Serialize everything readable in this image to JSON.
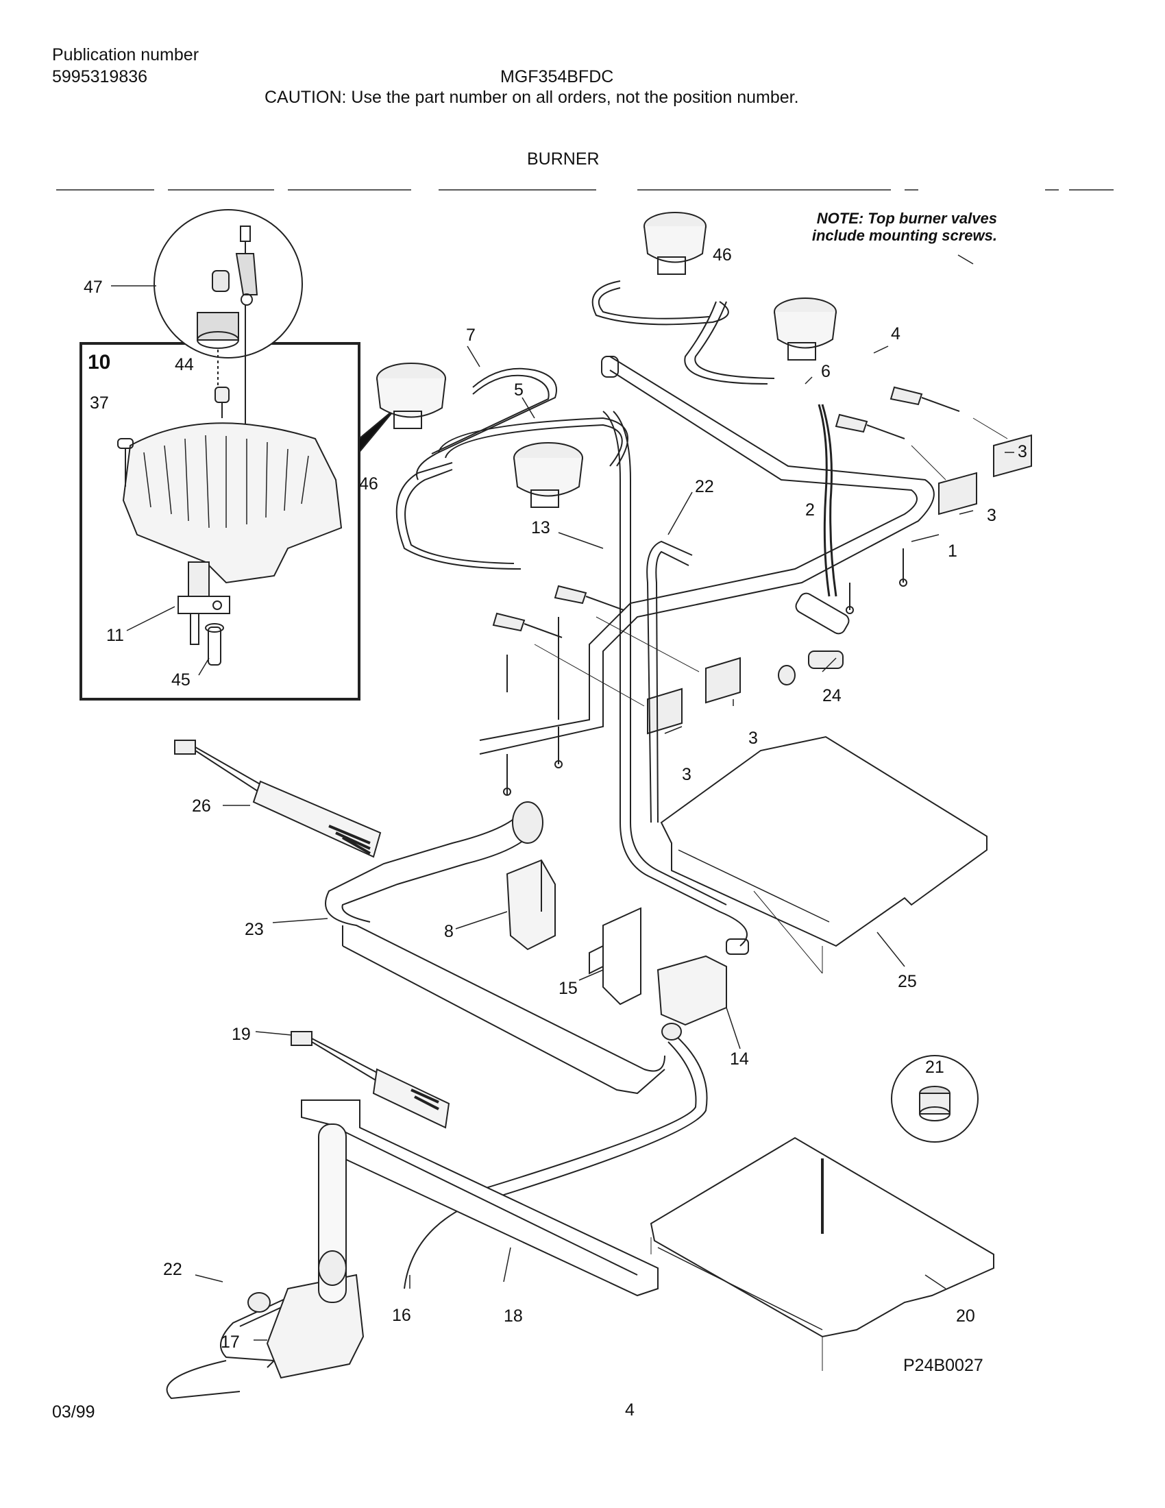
{
  "header": {
    "publication_label": "Publication number",
    "publication_number": "5995319836",
    "model": "MGF354BFDC",
    "caution": "CAUTION:  Use the part number on all orders, not the position number.",
    "section_title": "BURNER"
  },
  "note": {
    "line1": "NOTE: Top burner valves",
    "line2": "include mounting screws."
  },
  "inset": {
    "label": "10"
  },
  "callouts": {
    "c47": "47",
    "c44": "44",
    "c37": "37",
    "c11": "11",
    "c45": "45",
    "c46a": "46",
    "c46b": "46",
    "c7": "7",
    "c5": "5",
    "c4": "4",
    "c6": "6",
    "c3a": "3",
    "c3b": "3",
    "c3c": "3",
    "c3d": "3",
    "c2": "2",
    "c1": "1",
    "c22a": "22",
    "c22b": "22",
    "c13": "13",
    "c24": "24",
    "c26": "26",
    "c23": "23",
    "c8": "8",
    "c15": "15",
    "c14": "14",
    "c25": "25",
    "c19": "19",
    "c21": "21",
    "c20": "20",
    "c17": "17",
    "c16": "16",
    "c18": "18"
  },
  "footer": {
    "diagram_id": "P24B0027",
    "date": "03/99",
    "page": "4"
  }
}
